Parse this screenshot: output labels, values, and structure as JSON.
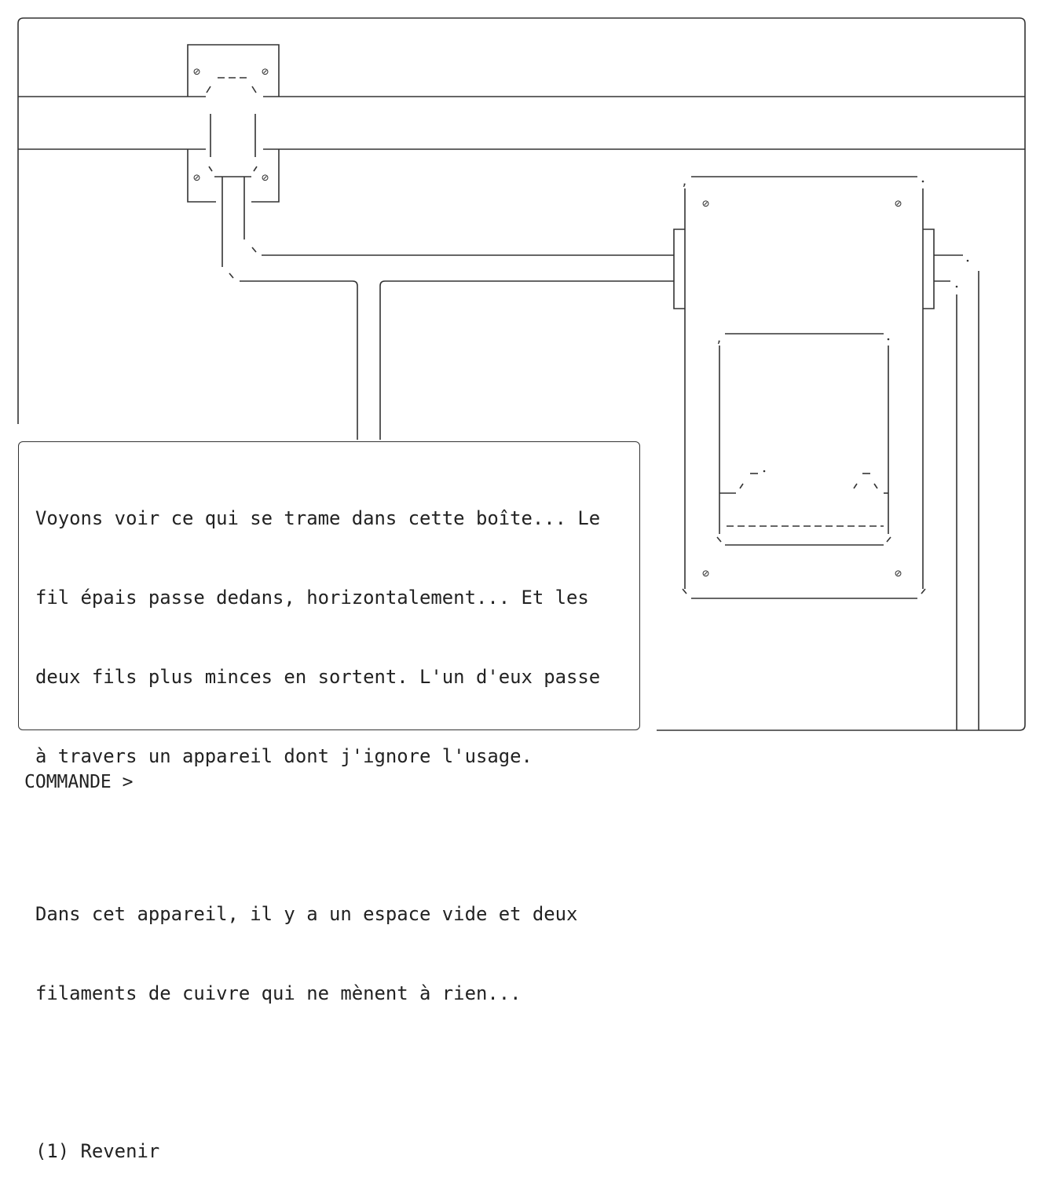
{
  "story": {
    "lines": [
      "Voyons voir ce qui se trame dans cette boîte... Le",
      "fil épais passe dedans, horizontalement... Et les",
      "deux fils plus minces en sortent. L'un d'eux passe",
      "à travers un appareil dont j'ignore l'usage.",
      "",
      "Dans cet appareil, il y a un espace vide et deux",
      "filaments de cuivre qui ne mènent à rien...",
      "",
      "(1) Revenir"
    ]
  },
  "command": {
    "prompt": "COMMANDE >",
    "value": ""
  },
  "icons": {
    "screw": "⊘"
  }
}
